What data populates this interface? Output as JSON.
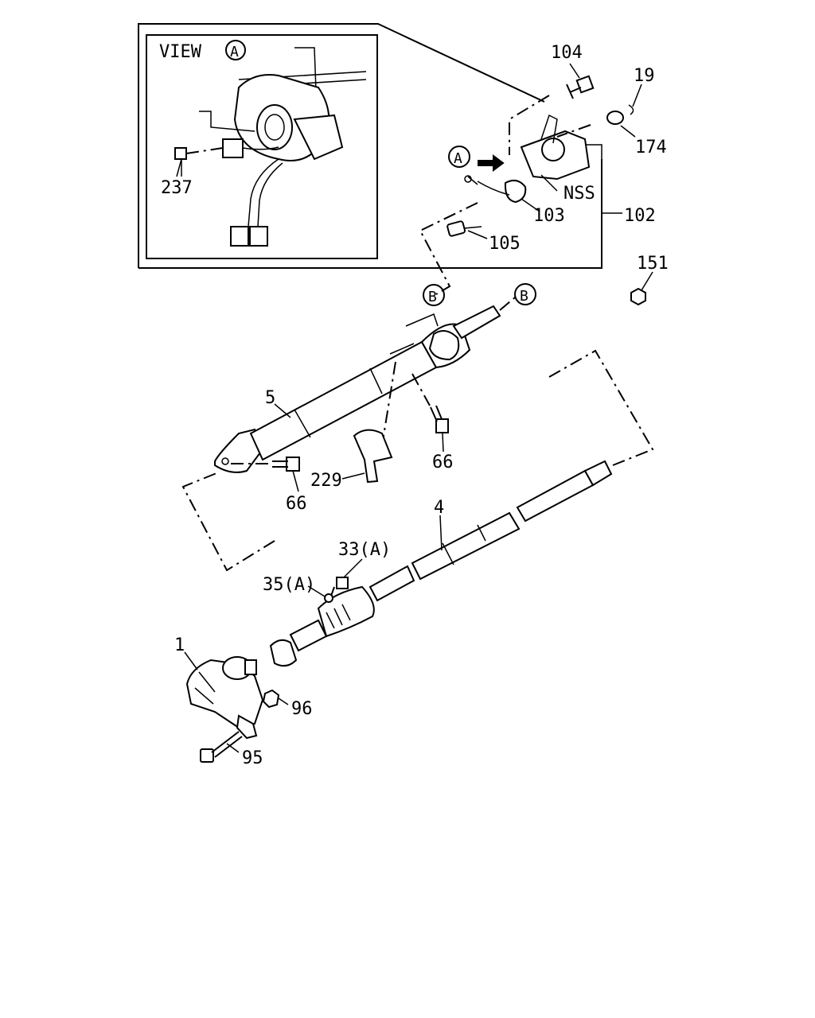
{
  "view_label": {
    "text": "VIEW",
    "letter": "A"
  },
  "callout_letters": {
    "a": "A",
    "b": "B"
  },
  "parts": [
    {
      "id": "104",
      "label": "104"
    },
    {
      "id": "19",
      "label": "19"
    },
    {
      "id": "174",
      "label": "174"
    },
    {
      "id": "nss",
      "label": "NSS"
    },
    {
      "id": "103",
      "label": "103"
    },
    {
      "id": "102",
      "label": "102"
    },
    {
      "id": "105",
      "label": "105"
    },
    {
      "id": "151",
      "label": "151"
    },
    {
      "id": "237",
      "label": "237"
    },
    {
      "id": "5",
      "label": "5"
    },
    {
      "id": "66a",
      "label": "66"
    },
    {
      "id": "66b",
      "label": "66"
    },
    {
      "id": "229",
      "label": "229"
    },
    {
      "id": "4",
      "label": "4"
    },
    {
      "id": "33a",
      "label": "33(A)"
    },
    {
      "id": "35a",
      "label": "35(A)"
    },
    {
      "id": "1",
      "label": "1"
    },
    {
      "id": "96",
      "label": "96"
    },
    {
      "id": "95",
      "label": "95"
    }
  ]
}
